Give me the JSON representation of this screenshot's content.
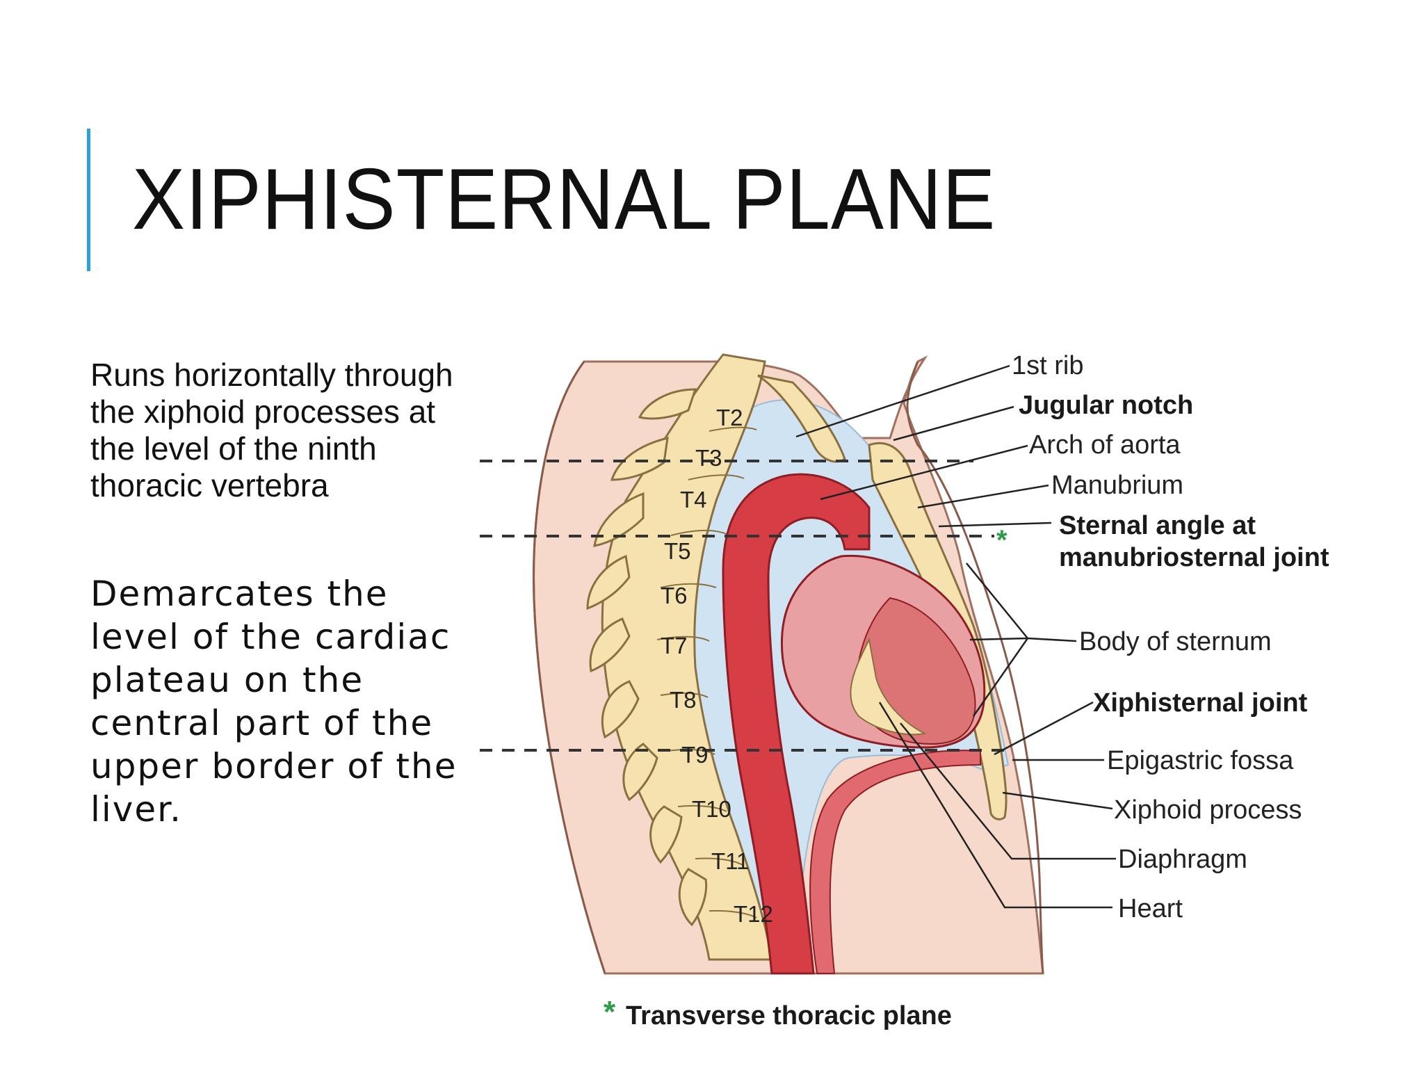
{
  "slide": {
    "title": "XIPHISTERNAL PLANE",
    "accent_color": "#2aa3dc",
    "paragraph_1": "Runs horizontally through the xiphoid processes at the level of the ninth thoracic vertebra",
    "paragraph_2": "Demarcates the level of the cardiac plateau on the central part of the upper border of the liver."
  },
  "figure": {
    "vertebrae": [
      "T2",
      "T3",
      "T4",
      "T5",
      "T6",
      "T7",
      "T8",
      "T9",
      "T10",
      "T11",
      "T12"
    ],
    "labels": {
      "first_rib": "1st rib",
      "jugular_notch": "Jugular notch",
      "arch_of_aorta": "Arch of aorta",
      "manubrium": "Manubrium",
      "sternal_angle_1": "Sternal angle at",
      "sternal_angle_2": "manubriosternal joint",
      "body_of_sternum": "Body of sternum",
      "xiphisternal_joint": "Xiphisternal joint",
      "epigastric_fossa": "Epigastric fossa",
      "xiphoid_process": "Xiphoid process",
      "diaphragm": "Diaphragm",
      "heart": "Heart"
    },
    "asterisk": "*",
    "caption": "Transverse thoracic plane",
    "colors": {
      "skin": "#f7d9cc",
      "bone": "#f6e2ae",
      "cavity": "#cfe3f2",
      "aorta": "#d63d45",
      "heart": "#e9a0a3",
      "asterisk": "#2e9b4a"
    }
  }
}
